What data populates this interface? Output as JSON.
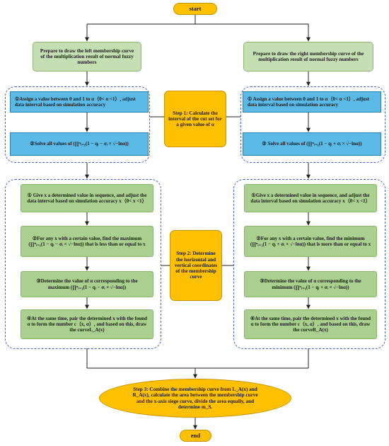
{
  "nodes": {
    "start": "start",
    "end": "end",
    "prep_left": "Prepare to draw the left membership curve of the multiplication result of normal fuzzy numbers",
    "prep_right": "Prepare to draw the right membership curve of the multiplication result of normal fuzzy numbers",
    "assign_left": "①Assign a value between 0 and 1 to α（0< α <1）, adjust data interval based on simulation accuracy",
    "assign_right": "① Assign a value between 0 and 1 to α（0< α <1）, adjust data interval based on simulation accuracy",
    "solve_left": "②Solve all values of (∏ⁿᵢ₌₁(1 − qᵢ − σᵢ × √−lnα))",
    "solve_right": "② Solve all values of (∏ⁿᵢ₌₁(1 − qᵢ + σᵢ × √−lnα))",
    "step1": "Step 1: Calculate the interval of the cut set for a given value of α",
    "give_left": "① Give x a determined value in sequence, and adjust the data interval based on simulation accuracy x（0< x <1）",
    "give_right": "①Give x a determined value in sequence, and adjust the data interval based on simulation accuracy x（0< x <1）",
    "find_left": "②For any x with a certain value, find the maximum (∏ⁿᵢ₌₁(1 − qᵢ − σᵢ × √−lnα)) that is less than or equal to x",
    "find_right": "②For any x with a certain value, find the minimum (∏ⁿᵢ₌₁(1 − qᵢ + σᵢ × √−lnα)) that is more than or equal to x",
    "det_left": "③Determine the value of α corresponding to the maximum (∏ⁿᵢ₌₁(1 − qᵢ − σᵢ × √−lnα))",
    "det_right": "③Determine the value of α corresponding to the minimum (∏ⁿᵢ₌₁(1 − qᵢ + σᵢ × √−lnα))",
    "pair_left": "④At the same time, pair the determined x with the found α to form the number c（x, α）, and based on this, draw the curveL_A(x)",
    "pair_right": "④At the same time, pair the determined x with the found α to form the number c（x, α）, and based on this, draw the curveR_A(x)",
    "step2": "Step 2: Determine the horizontal and vertical coordinates of the membership curve",
    "step3": "Step 3: Combine the membership curve from L_A(x) and R_A(x), calculate the area between the membership curve and the x-axis siege curve, divide the area equally, and determine m_S."
  },
  "colors": {
    "green": "#c6dfb2",
    "green_dark": "#a9d08e",
    "blue": "#5ab9e5",
    "orange": "#ffc000",
    "dashed_border": "#3a66c4",
    "line": "#222222"
  }
}
